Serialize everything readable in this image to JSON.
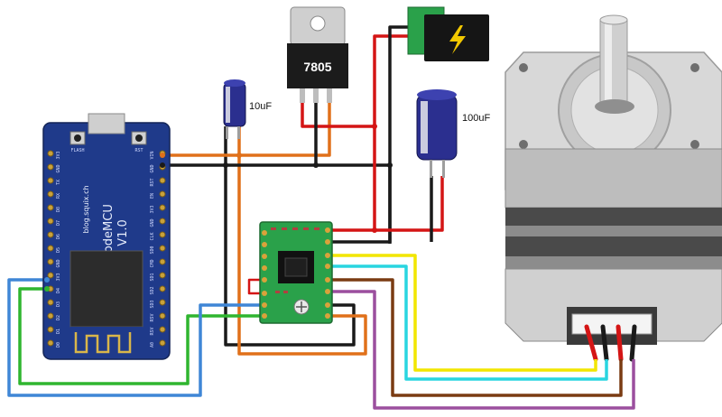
{
  "components": {
    "regulator": {
      "label": "7805"
    },
    "cap_small": {
      "label": "10uF"
    },
    "cap_large": {
      "label": "100uF"
    },
    "nodemcu": {
      "name": "NodeMCU",
      "version": "V1.0",
      "site": "blog.squix.ch",
      "btn_flash": "FLASH",
      "btn_rst": "RST",
      "pins_left": [
        "3V3",
        "GND",
        "TX",
        "RX",
        "D8",
        "D7",
        "D6",
        "D5",
        "GND",
        "3V3",
        "D4",
        "D3",
        "D2",
        "D1",
        "D0"
      ],
      "pins_right": [
        "VIN",
        "GND",
        "RST",
        "EN",
        "3V3",
        "GND",
        "CLK",
        "SD0",
        "CMD",
        "SD1",
        "SD2",
        "SD3",
        "RSV",
        "RSV",
        "A0"
      ]
    }
  },
  "colors": {
    "red": "#d41515",
    "black": "#1a1a1a",
    "orange": "#e0701a",
    "yellow": "#f2e600",
    "cyan": "#29d5e0",
    "brown": "#7a3b12",
    "purple": "#9b4f9e",
    "green": "#2fb52f",
    "blue": "#3f86d6",
    "pcb_blue": "#1f3a8a",
    "pcb_green": "#2aa14a"
  },
  "icons": {
    "power_jack": "lightning-bolt-icon"
  }
}
